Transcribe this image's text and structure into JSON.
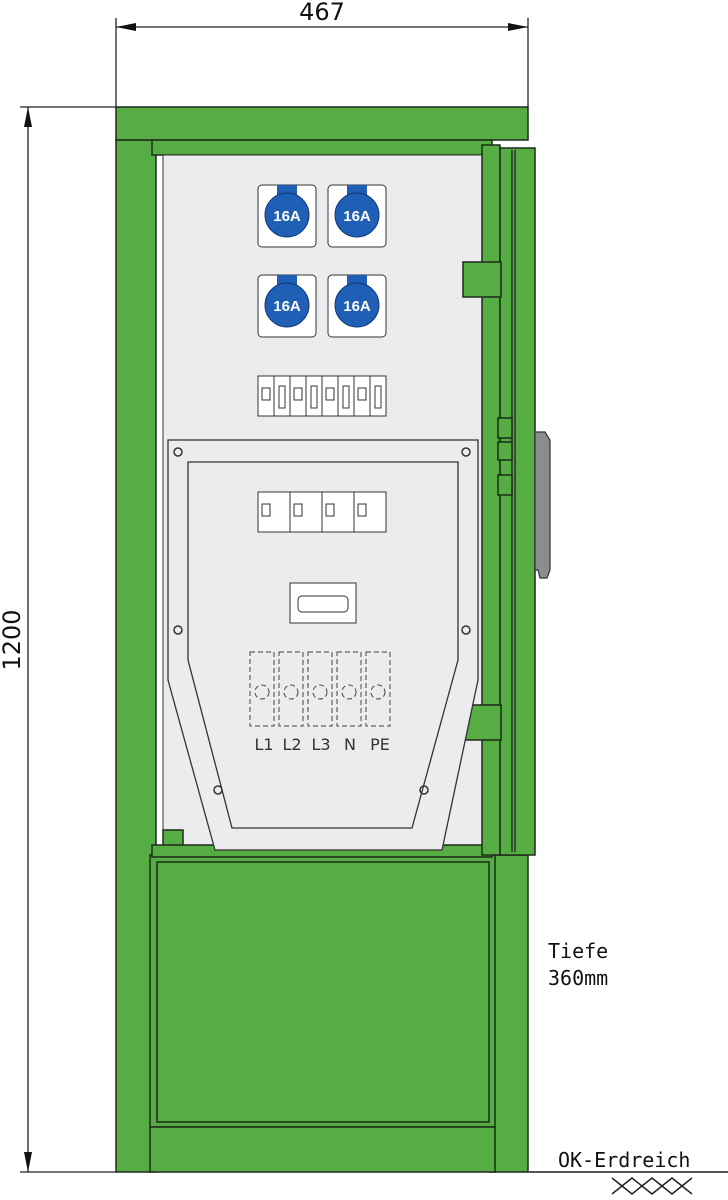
{
  "dimensions": {
    "width": "467",
    "height": "1200"
  },
  "depth_note": {
    "line1": "Tiefe",
    "line2": "360mm"
  },
  "ground_label": "OK-Erdreich",
  "sockets": [
    {
      "label": "16A"
    },
    {
      "label": "16A"
    },
    {
      "label": "16A"
    },
    {
      "label": "16A"
    }
  ],
  "terminals": [
    "L1",
    "L2",
    "L3",
    "N",
    "PE"
  ],
  "colors": {
    "housing": "#56ad44",
    "panel": "#ececee",
    "socket": "#1f5fb5",
    "handle": "#8c8c8c"
  }
}
